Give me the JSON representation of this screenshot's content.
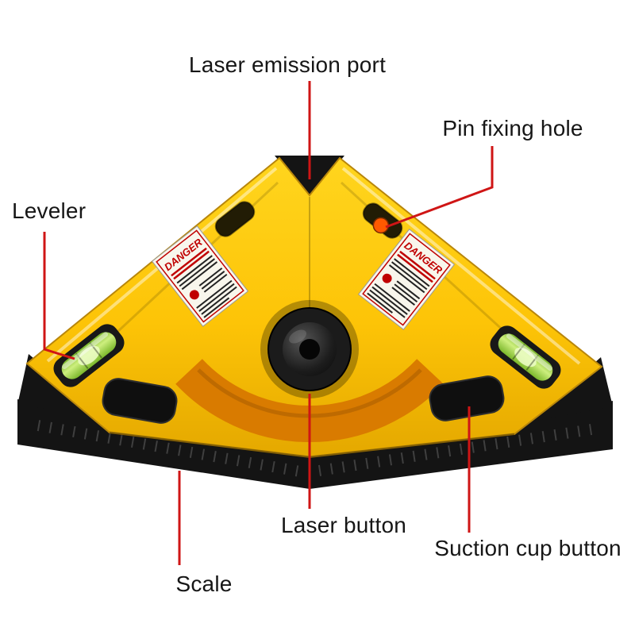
{
  "annotations": {
    "laser_emission_port": "Laser emission port",
    "pin_fixing_hole": "Pin fixing hole",
    "leveler": "Leveler",
    "laser_button": "Laser button",
    "suction_cup_button": "Suction cup button",
    "scale": "Scale"
  },
  "device": {
    "danger_title": "DANGER"
  },
  "colors": {
    "annotation_line": "#cf1515",
    "body_yellow": "#ffc60a",
    "body_yellow_dark": "#e8a700",
    "base_black": "#141414",
    "arc_orange": "#d97b00",
    "vial_green": "#9ed643",
    "pin_hole_orange": "#ff5900",
    "label_text": "#161616"
  }
}
